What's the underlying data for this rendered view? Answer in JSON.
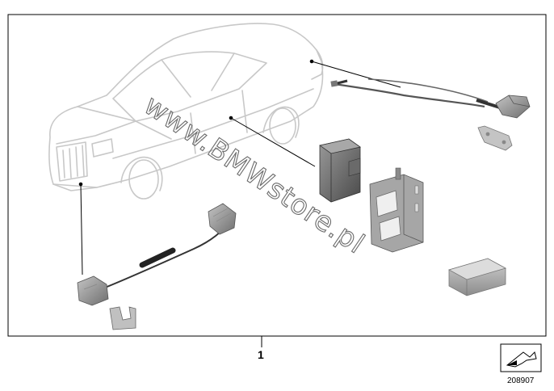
{
  "diagram": {
    "watermark": "www.BMWstore.pl",
    "callout_number": "1",
    "reference_number": "208907"
  },
  "colors": {
    "frame": "#000000",
    "car_outline": "#c8c8c8",
    "part_fill": "#8a8a8a",
    "part_dark": "#5a5a5a",
    "leader": "#000000"
  },
  "icons": {
    "nav_arrow": "arrow-down-left-icon"
  }
}
